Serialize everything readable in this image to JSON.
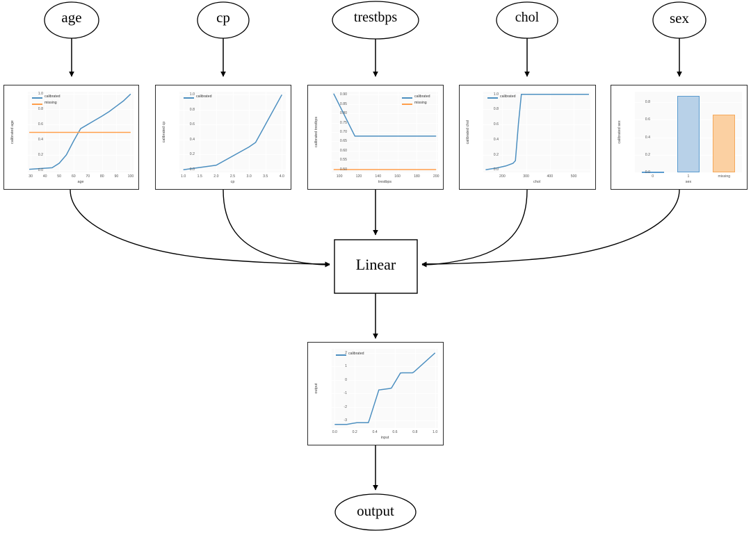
{
  "graph": {
    "input_nodes": [
      {
        "id": "age",
        "label": "age"
      },
      {
        "id": "cp",
        "label": "cp"
      },
      {
        "id": "trestbps",
        "label": "trestbps"
      },
      {
        "id": "chol",
        "label": "chol"
      },
      {
        "id": "sex",
        "label": "sex"
      }
    ],
    "linear_node": {
      "label": "Linear"
    },
    "output_node": {
      "label": "output"
    },
    "colors": {
      "calibrated": "#4c8fc0",
      "missing": "#ff9e4a",
      "edge": "#000000",
      "bar_blue_fill": "#b8d1e8",
      "bar_blue_edge": "#5a9bcf",
      "bar_orange_fill": "#fbd0a2",
      "bar_orange_edge": "#f5a85a",
      "frame": "#2b2b2b"
    }
  },
  "chart_data": [
    {
      "id": "age",
      "type": "line",
      "title": "",
      "xlabel": "age",
      "ylabel": "calibrated age",
      "xlim": [
        28,
        102
      ],
      "ylim": [
        -0.03,
        1.03
      ],
      "xticks": [
        "30",
        "40",
        "50",
        "60",
        "70",
        "80",
        "90",
        "100"
      ],
      "xtickvals": [
        30,
        40,
        50,
        60,
        70,
        80,
        90,
        100
      ],
      "yticks": [
        "0.0",
        "0.2",
        "0.4",
        "0.6",
        "0.8",
        "1.0"
      ],
      "ytickvals": [
        0.0,
        0.2,
        0.4,
        0.6,
        0.8,
        1.0
      ],
      "legend": [
        "calibrated",
        "missing"
      ],
      "legend_position": "upper left",
      "grid": true,
      "series": [
        {
          "name": "calibrated",
          "color": "#4c8fc0",
          "x": [
            29,
            45,
            50,
            55,
            60,
            63,
            65,
            70,
            75,
            80,
            85,
            90,
            95,
            100
          ],
          "y": [
            0.01,
            0.03,
            0.09,
            0.2,
            0.38,
            0.48,
            0.545,
            0.6,
            0.655,
            0.71,
            0.77,
            0.84,
            0.91,
            1.0
          ]
        },
        {
          "name": "missing",
          "color": "#ff9e4a",
          "x": [
            29,
            100
          ],
          "y": [
            0.495,
            0.495
          ]
        }
      ]
    },
    {
      "id": "cp",
      "type": "line",
      "title": "",
      "xlabel": "cp",
      "ylabel": "calibrated cp",
      "xlim": [
        0.88,
        4.12
      ],
      "ylim": [
        -0.04,
        1.04
      ],
      "xticks": [
        "1.0",
        "1.5",
        "2.0",
        "2.5",
        "3.0",
        "3.5",
        "4.0"
      ],
      "xtickvals": [
        1.0,
        1.5,
        2.0,
        2.5,
        3.0,
        3.5,
        4.0
      ],
      "yticks": [
        "0.0",
        "0.2",
        "0.4",
        "0.6",
        "0.8",
        "1.0"
      ],
      "ytickvals": [
        0.0,
        0.2,
        0.4,
        0.6,
        0.8,
        1.0
      ],
      "legend": [
        "calibrated"
      ],
      "legend_position": "upper left",
      "grid": true,
      "series": [
        {
          "name": "calibrated",
          "color": "#4c8fc0",
          "x": [
            1.0,
            2.0,
            3.0,
            3.2,
            4.0
          ],
          "y": [
            -0.005,
            0.055,
            0.3,
            0.36,
            1.0
          ]
        }
      ]
    },
    {
      "id": "trestbps",
      "type": "line",
      "title": "",
      "xlabel": "trestbps",
      "ylabel": "calibrated trestbps",
      "xlim": [
        92,
        202
      ],
      "ylim": [
        0.485,
        0.915
      ],
      "xticks": [
        "100",
        "120",
        "140",
        "160",
        "180",
        "200"
      ],
      "xtickvals": [
        100,
        120,
        140,
        160,
        180,
        200
      ],
      "yticks": [
        "0.50",
        "0.55",
        "0.60",
        "0.65",
        "0.70",
        "0.75",
        "0.80",
        "0.85",
        "0.90"
      ],
      "ytickvals": [
        0.5,
        0.55,
        0.6,
        0.65,
        0.7,
        0.75,
        0.8,
        0.85,
        0.9
      ],
      "legend": [
        "calibrated",
        "missing"
      ],
      "legend_position": "upper right",
      "grid": true,
      "series": [
        {
          "name": "calibrated",
          "color": "#4c8fc0",
          "x": [
            94,
            116,
            200
          ],
          "y": [
            0.905,
            0.678,
            0.678
          ]
        },
        {
          "name": "missing",
          "color": "#ff9e4a",
          "x": [
            94,
            200
          ],
          "y": [
            0.5,
            0.5
          ]
        }
      ]
    },
    {
      "id": "chol",
      "type": "line",
      "title": "",
      "xlabel": "chol",
      "ylabel": "calibrated chol",
      "xlim": [
        120,
        570
      ],
      "ylim": [
        -0.035,
        1.035
      ],
      "xticks": [
        "200",
        "300",
        "400",
        "500"
      ],
      "xtickvals": [
        200,
        300,
        400,
        500
      ],
      "yticks": [
        "0.0",
        "0.2",
        "0.4",
        "0.6",
        "0.8",
        "1.0"
      ],
      "ytickvals": [
        0.0,
        0.2,
        0.4,
        0.6,
        0.8,
        1.0
      ],
      "legend": [
        "calibrated"
      ],
      "legend_position": "upper left",
      "grid": true,
      "series": [
        {
          "name": "calibrated",
          "color": "#4c8fc0",
          "x": [
            130,
            180,
            215,
            245,
            255,
            268,
            280,
            564
          ],
          "y": [
            0.0,
            0.025,
            0.05,
            0.085,
            0.12,
            0.62,
            1.0,
            1.0
          ]
        }
      ]
    },
    {
      "id": "sex",
      "type": "bar",
      "title": "",
      "xlabel": "sex",
      "ylabel": "calibrated sex",
      "ylim": [
        0.0,
        0.92
      ],
      "categories": [
        "0",
        "1",
        "missing"
      ],
      "values": [
        0.007,
        0.872,
        0.662
      ],
      "bar_colors": [
        "#b8d1e8",
        "#b8d1e8",
        "#fbd0a2"
      ],
      "bar_edges": [
        "#5a9bcf",
        "#5a9bcf",
        "#f5a85a"
      ],
      "yticks": [
        "0.0",
        "0.2",
        "0.4",
        "0.6",
        "0.8"
      ],
      "ytickvals": [
        0.0,
        0.2,
        0.4,
        0.6,
        0.8
      ],
      "legend": [],
      "grid": true
    },
    {
      "id": "output",
      "type": "line",
      "title": "",
      "xlabel": "input",
      "ylabel": "output",
      "xlim": [
        -0.03,
        1.03
      ],
      "ylim": [
        -3.55,
        2.3
      ],
      "xticks": [
        "0.0",
        "0.2",
        "0.4",
        "0.6",
        "0.8",
        "1.0"
      ],
      "xtickvals": [
        0.0,
        0.2,
        0.4,
        0.6,
        0.8,
        1.0
      ],
      "yticks": [
        "2",
        "1",
        "0",
        "-1",
        "-2",
        "-3"
      ],
      "ytickvals": [
        2,
        1,
        0,
        -1,
        -2,
        -3
      ],
      "legend": [
        "calibrated"
      ],
      "legend_position": "upper left",
      "grid": true,
      "series": [
        {
          "name": "calibrated",
          "color": "#4c8fc0",
          "x": [
            0.0,
            0.12,
            0.22,
            0.335,
            0.345,
            0.44,
            0.455,
            0.545,
            0.565,
            0.655,
            0.675,
            0.775,
            0.79,
            1.0
          ],
          "y": [
            -3.28,
            -3.28,
            -3.15,
            -3.15,
            -2.95,
            -0.73,
            -0.72,
            -0.63,
            -0.6,
            0.52,
            0.53,
            0.53,
            0.6,
            2.0
          ]
        }
      ]
    }
  ]
}
